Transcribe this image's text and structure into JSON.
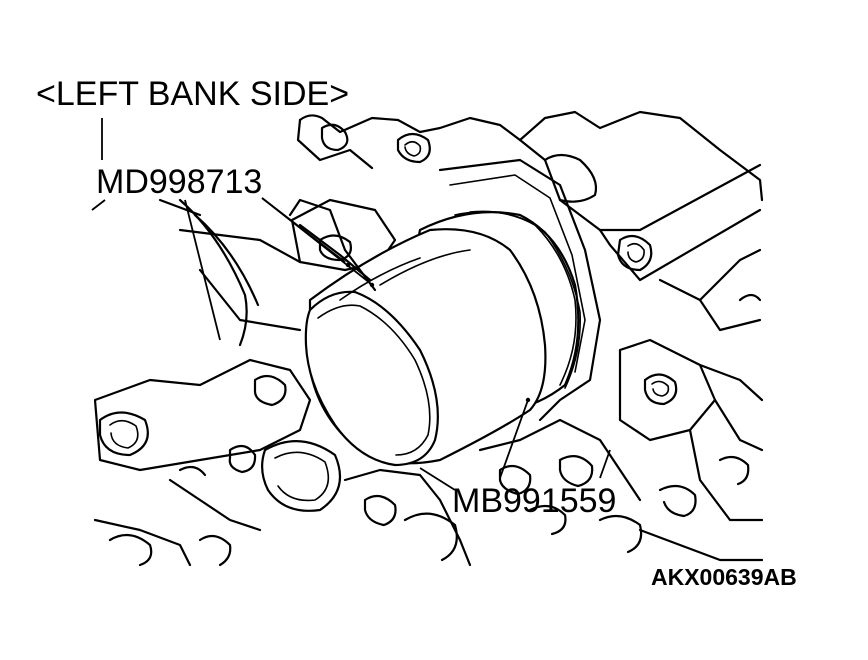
{
  "diagram": {
    "view_label": "<LEFT BANK SIDE>",
    "callouts": [
      {
        "id": "md998713",
        "text": "MD998713"
      },
      {
        "id": "mb991559",
        "text": "MB991559"
      }
    ],
    "figure_code": "AKX00639AB",
    "colors": {
      "ink": "#000000",
      "background": "#ffffff"
    }
  }
}
